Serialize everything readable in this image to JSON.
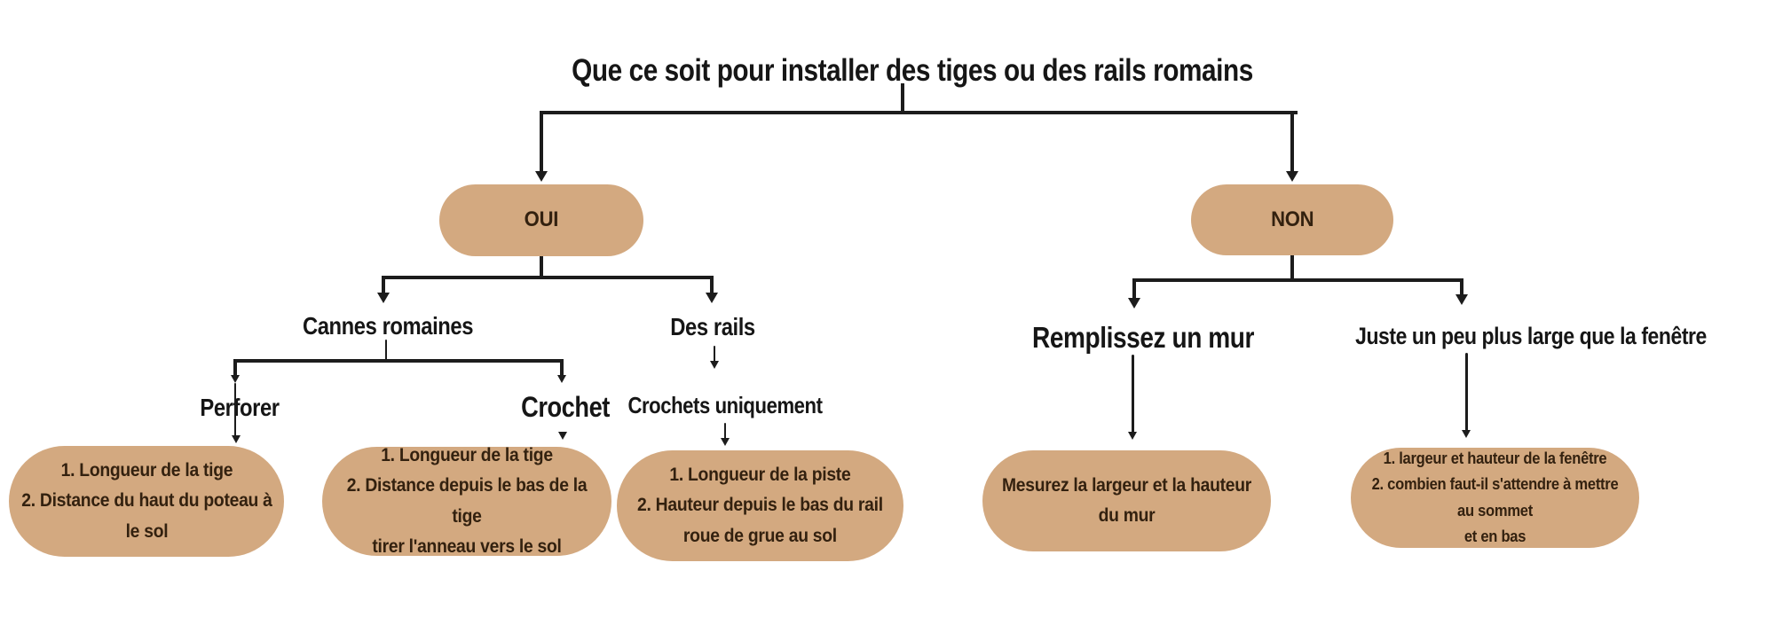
{
  "title": "Que ce soit pour installer des tiges ou des rails romains",
  "colors": {
    "pill_fill": "#d3a980",
    "pill_text": "#33210f",
    "line_color": "#1c1c1c",
    "label_color": "#161616",
    "bg": "#ffffff"
  },
  "pills": {
    "oui": "OUI",
    "non": "NON",
    "perforer_measures": "1. Longueur de la tige\n2. Distance du haut du poteau à\nle sol",
    "crochet_measures": "1. Longueur de la tige\n2. Distance depuis le bas de la tige\ntirer l'anneau vers le sol",
    "rails_measures": "1. Longueur de la piste\n2. Hauteur depuis le bas du rail\nroue de grue au sol",
    "mur_measures": "Mesurez la largeur et la hauteur du mur",
    "fenetre_measures": "1. largeur et hauteur de la fenêtre\n2. combien faut-il s'attendre à mettre au sommet\net en bas"
  },
  "labels": {
    "cannes_romaines": "Cannes romaines",
    "des_rails": "Des rails",
    "perforer": "Perforer",
    "crochet": "Crochet",
    "crochets_uniquement": "Crochets uniquement",
    "remplissez_un_mur": "Remplissez un mur",
    "juste_plus_large": "Juste un peu plus large que la fenêtre"
  }
}
